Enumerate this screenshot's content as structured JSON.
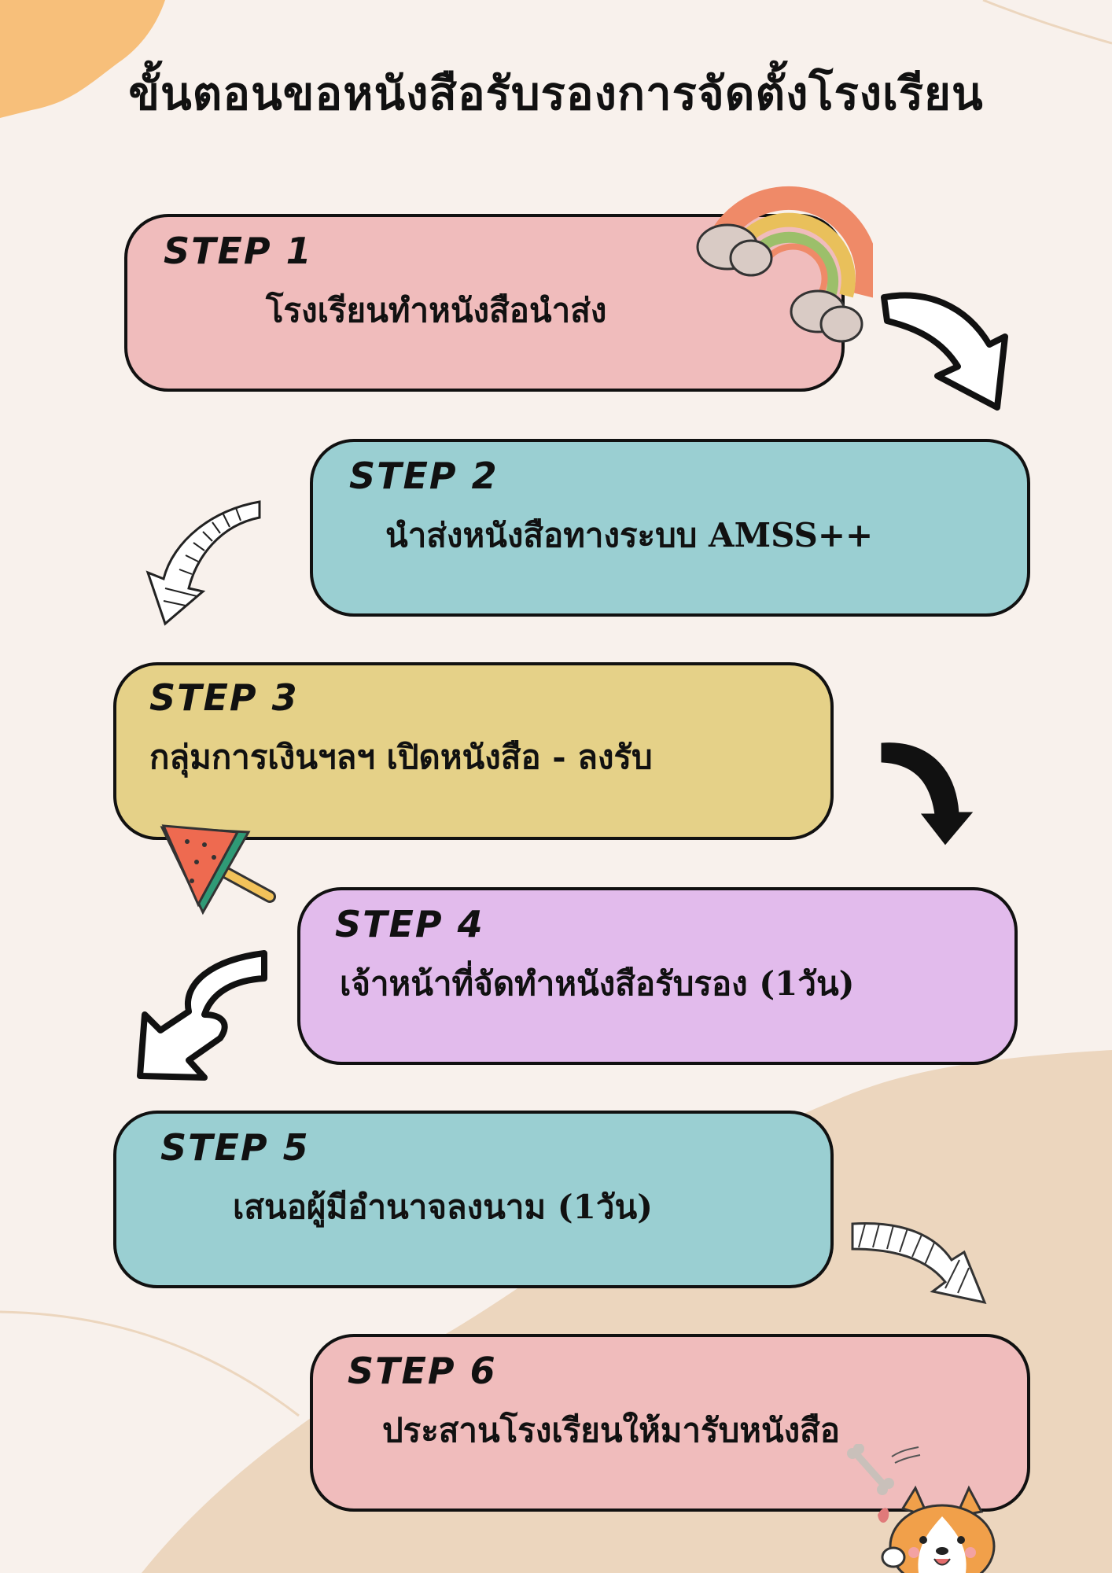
{
  "title": "ขั้นตอนขอหนังสือรับรองการจัดตั้งโรงเรียน",
  "colors": {
    "pink": "#f0bcbc",
    "teal": "#9acfd2",
    "yellow": "#e5d188",
    "lavender": "#e2bbec",
    "background": "#f8f1ec",
    "accent_orange": "#f7bf7a",
    "beige": "#ecd6be"
  },
  "steps": [
    {
      "label": "STEP 1",
      "text": "โรงเรียนทำหนังสือนำส่ง",
      "color": "pink"
    },
    {
      "label": "STEP 2",
      "text": "นำส่งหนังสือทางระบบ AMSS++",
      "color": "teal"
    },
    {
      "label": "STEP 3",
      "text": "กลุ่มการเงินฯลฯ เปิดหนังสือ - ลงรับ",
      "color": "yellow"
    },
    {
      "label": "STEP 4",
      "text": "เจ้าหน้าที่จัดทำหนังสือรับรอง (1วัน)",
      "color": "lavender"
    },
    {
      "label": "STEP 5",
      "text": "เสนอผู้มีอำนาจลงนาม (1วัน)",
      "color": "teal"
    },
    {
      "label": "STEP 6",
      "text": "ประสานโรงเรียนให้มารับหนังสือ",
      "color": "pink"
    }
  ],
  "decorations": [
    "rainbow-icon",
    "arrow-icon",
    "watermelon-icon",
    "bone-icon",
    "corgi-icon"
  ]
}
